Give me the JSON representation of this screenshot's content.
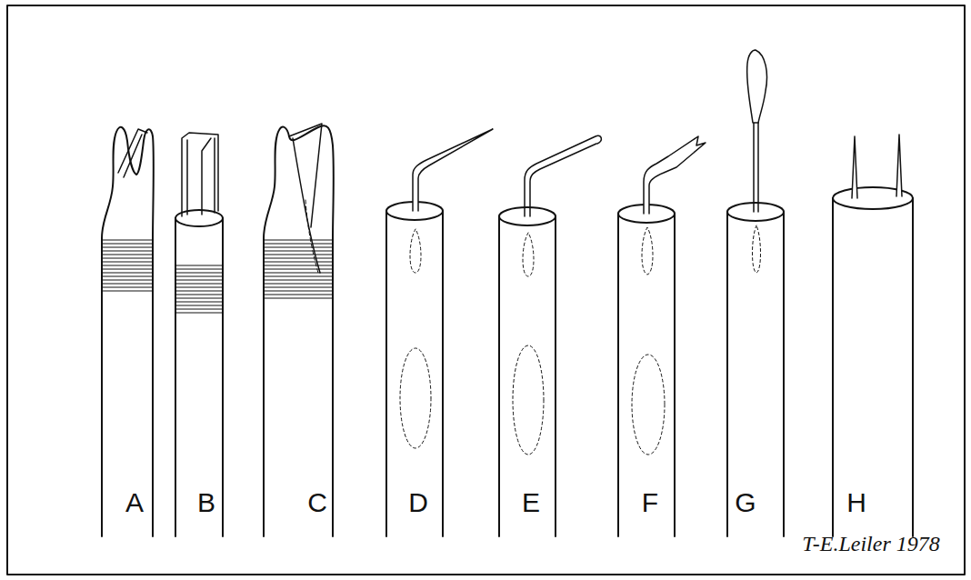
{
  "diagram": {
    "labels": [
      "A",
      "B",
      "C",
      "D",
      "E",
      "F",
      "G",
      "H",
      "T-E.Leiler 1978"
    ]
  }
}
